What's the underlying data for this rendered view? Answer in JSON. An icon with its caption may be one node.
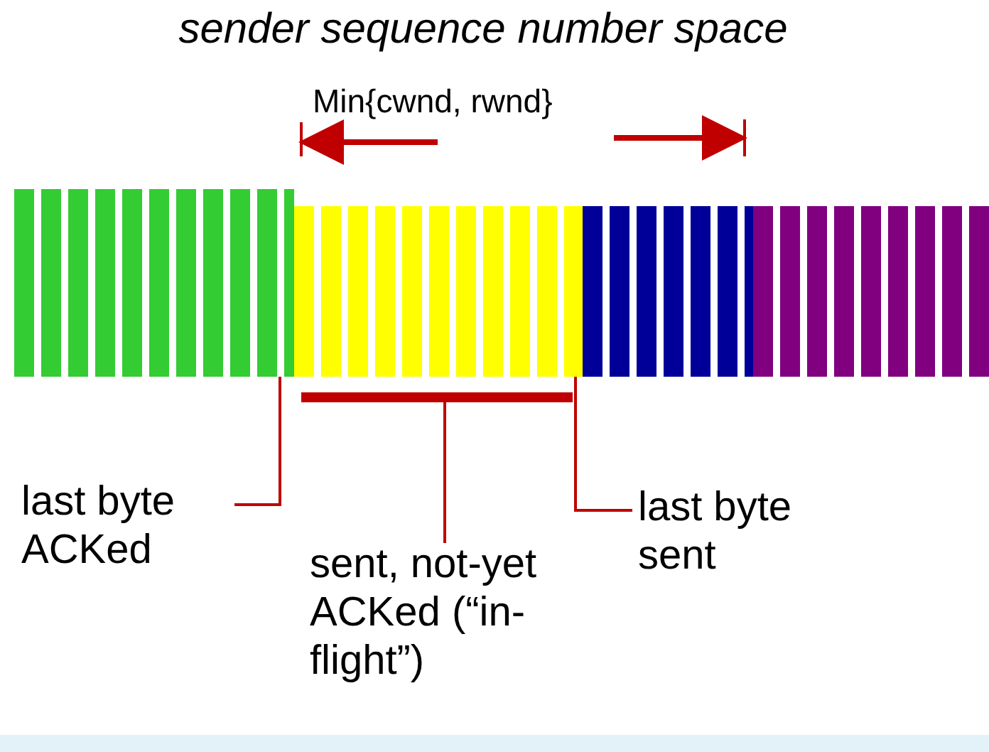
{
  "diagram": {
    "title": "sender sequence number space",
    "nodes": [
      {
        "text": [],
        "shape": "bar"
      },
      {
        "text": [],
        "shape": "bar"
      },
      {
        "text": [],
        "shape": "bar"
      },
      {
        "text": [],
        "shape": "bar"
      },
      {
        "text": [],
        "shape": "bar"
      },
      {
        "text": [
          "last byte ACKed"
        ]
      },
      {
        "text": [
          "sent, not-yet ACKed (“in-flight”)"
        ]
      },
      {
        "text": [
          "last byte sent"
        ]
      }
    ],
    "edges": [
      {
        "from": 5,
        "to": 0,
        "arrow": "none"
      },
      {
        "from": 6,
        "to": 4,
        "arrow": "none"
      },
      {
        "from": 7,
        "to": 1,
        "arrow": "none"
      }
    ],
    "labels": [
      "Min{cwnd, rwnd}"
    ]
  }
}
